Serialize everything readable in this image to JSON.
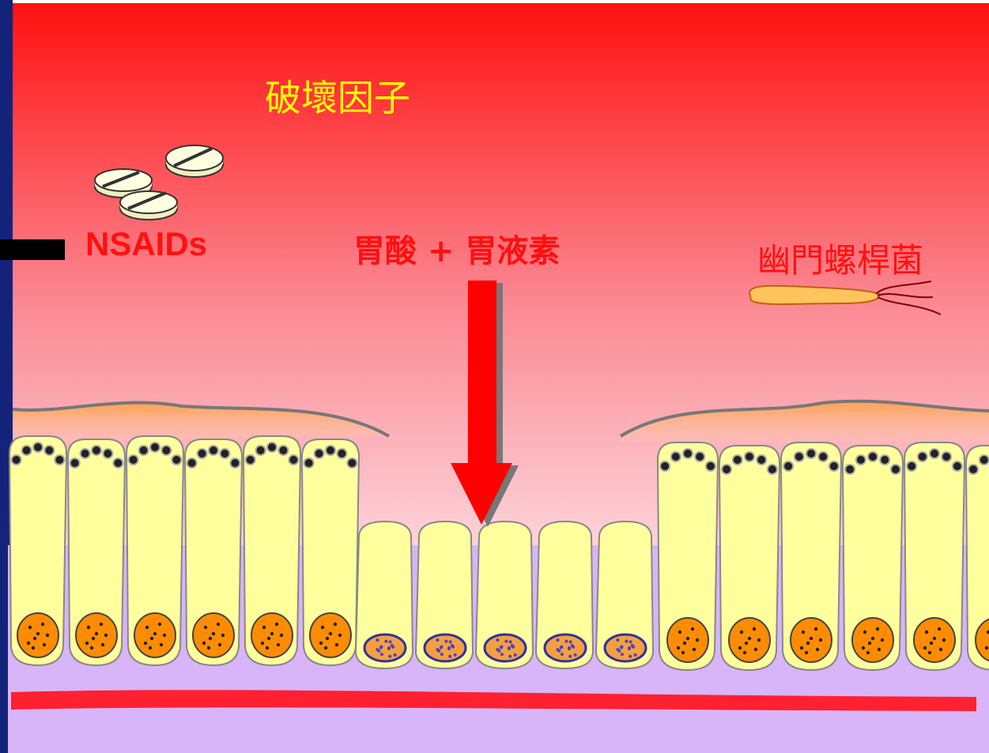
{
  "labels": {
    "title": "破壞因子",
    "nsaids": "NSAIDs",
    "acid_pepsin": "胃酸 + 胃液素",
    "h_pylori": "幽門螺桿菌"
  },
  "colors": {
    "lumen_top": "#ff1010",
    "lumen_bottom": "#fdd6dc",
    "label_title": "#ffff00",
    "label_red": "#ff1010",
    "cell_fill": "#ffff9e",
    "nucleus_normal": "#ff8c00",
    "nucleus_damaged": "#f4a040",
    "lamina_propria": "#d8b4f8",
    "blood_vessel": "#ff2030",
    "arrow": "#ff0000",
    "mucus": "#ffaa55"
  },
  "icons": [
    "nsaid-pill-icon",
    "acid-arrow-icon",
    "helicobacter-bacterium-icon"
  ],
  "cells": {
    "left_tall_count": 6,
    "middle_short_count": 5,
    "right_tall_count": 6
  }
}
